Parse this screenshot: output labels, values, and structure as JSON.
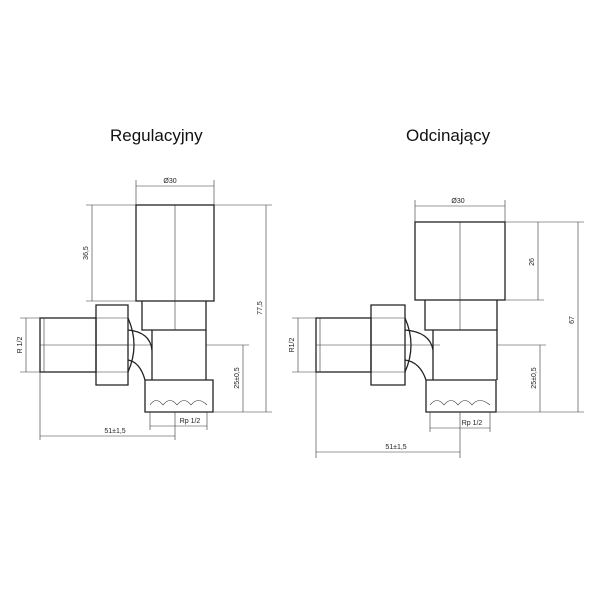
{
  "views": {
    "left": {
      "title": "Regulacyjny",
      "dims": {
        "cap_diameter": "Ø30",
        "cap_height": "36,5",
        "total_height": "77,5",
        "thread_left": "R 1/2",
        "outlet_height": "25±0,5",
        "outlet_thread": "Rp 1/2",
        "length": "51±1,5"
      }
    },
    "right": {
      "title": "Odcinający",
      "dims": {
        "cap_diameter": "Ø30",
        "cap_height": "26",
        "total_height": "67",
        "thread_left": "R1/2",
        "outlet_height": "25±0,5",
        "outlet_thread": "Rp 1/2",
        "length": "51±1,5"
      }
    }
  }
}
